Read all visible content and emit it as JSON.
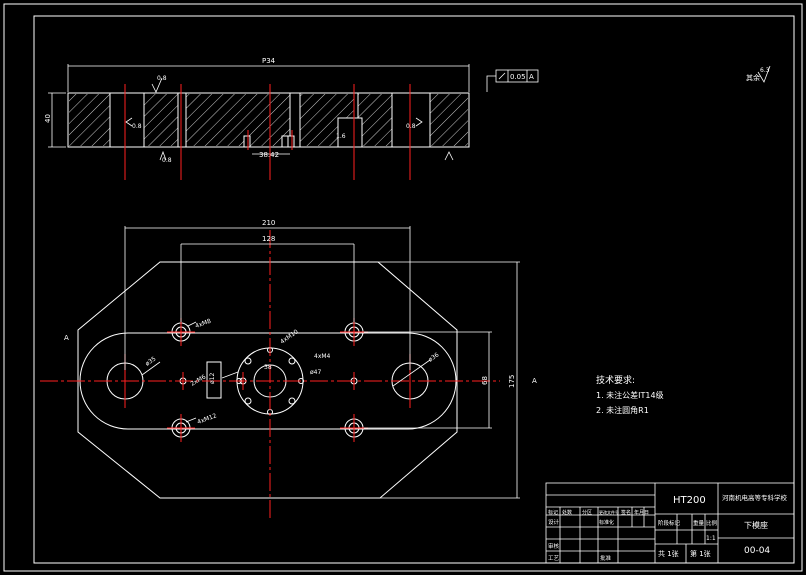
{
  "colors": {
    "background": "#000000",
    "outline": "#ffffff",
    "centerline": "#ff2020",
    "dimension": "#ffffff"
  },
  "section_view": {
    "overall_dim": "P34",
    "thickness_dim": "40",
    "spacing_dim": "38.42",
    "flatness": {
      "tolerance": "0.05",
      "datum": "A"
    },
    "roughness_labels": [
      "0.8",
      "0.8",
      "0.8",
      "0.8",
      "1.6"
    ],
    "other_roughness": {
      "prefix": "其余",
      "value": "6.3"
    }
  },
  "plan_view": {
    "width_dim": "210",
    "pitch_dim": "128",
    "height_dim": "175",
    "inner_dim": "68",
    "section_label": "A",
    "callouts": [
      "4xM8",
      "4xM12",
      "2xM6",
      "4xM10",
      "4xM4",
      "ø12",
      "ø35",
      "ø36",
      "ø47",
      "38"
    ]
  },
  "notes": {
    "title": "技术要求:",
    "items": [
      "1. 未注公差IT14级",
      "2. 未注圆角R1"
    ]
  },
  "title_block": {
    "material": "HT200",
    "school": "河南机电高等专科学校",
    "part_name": "下模座",
    "drawing_no": "00-04",
    "scale_value": "1:1",
    "sheet_total": "共  1张",
    "sheet_no": "第  1张",
    "header_labels": [
      "标记",
      "处数",
      "分区",
      "更改文件号",
      "签名",
      "年月日"
    ],
    "left_labels": [
      "设计",
      "标准化",
      "审核",
      "工艺",
      "批准"
    ],
    "mid_labels": [
      "阶段标记",
      "重量",
      "比例"
    ]
  }
}
